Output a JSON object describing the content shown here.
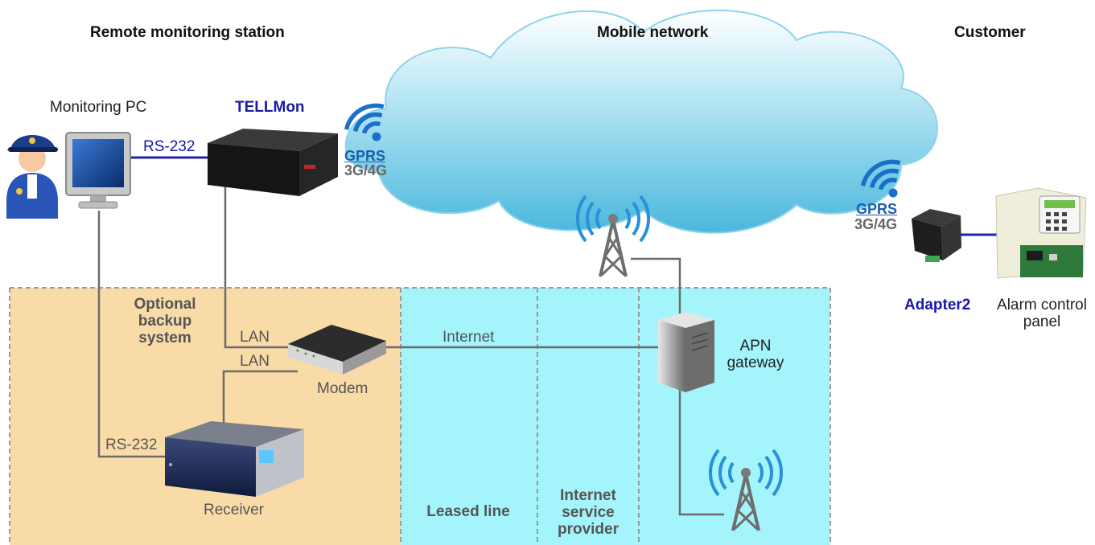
{
  "headers": {
    "remote_station": "Remote monitoring station",
    "mobile_network": "Mobile network",
    "customer": "Customer"
  },
  "labels": {
    "monitoring_pc": "Monitoring PC",
    "tellmon": "TELLMon",
    "rs232_top": "RS-232",
    "rs232_bottom": "RS-232",
    "gprs": "GPRS",
    "band": "3G/4G",
    "optional_backup": [
      "Optional",
      "backup",
      "system"
    ],
    "lan1": "LAN",
    "lan2": "LAN",
    "modem": "Modem",
    "receiver": "Receiver",
    "internet": "Internet",
    "apn_gateway": [
      "APN",
      "gateway"
    ],
    "adapter2": "Adapter2",
    "alarm_panel": [
      "Alarm control",
      "panel"
    ],
    "leased_line": "Leased line",
    "isp": [
      "Internet",
      "service",
      "provider"
    ]
  },
  "colors": {
    "backup_zone": "#f9dba8",
    "network_zone": "#a3f4fb",
    "device_label_blue": "#1818a8",
    "connector_gray": "#6b6b6b",
    "rs232_line": "#2222aa"
  },
  "icons": [
    "police-officer-icon",
    "monitor-icon",
    "tellmon-device-icon",
    "wifi-icon",
    "cell-tower-icon",
    "server-icon",
    "router-icon",
    "receiver-device-icon",
    "adapter-device-icon",
    "alarm-panel-icon",
    "cloud-icon"
  ]
}
